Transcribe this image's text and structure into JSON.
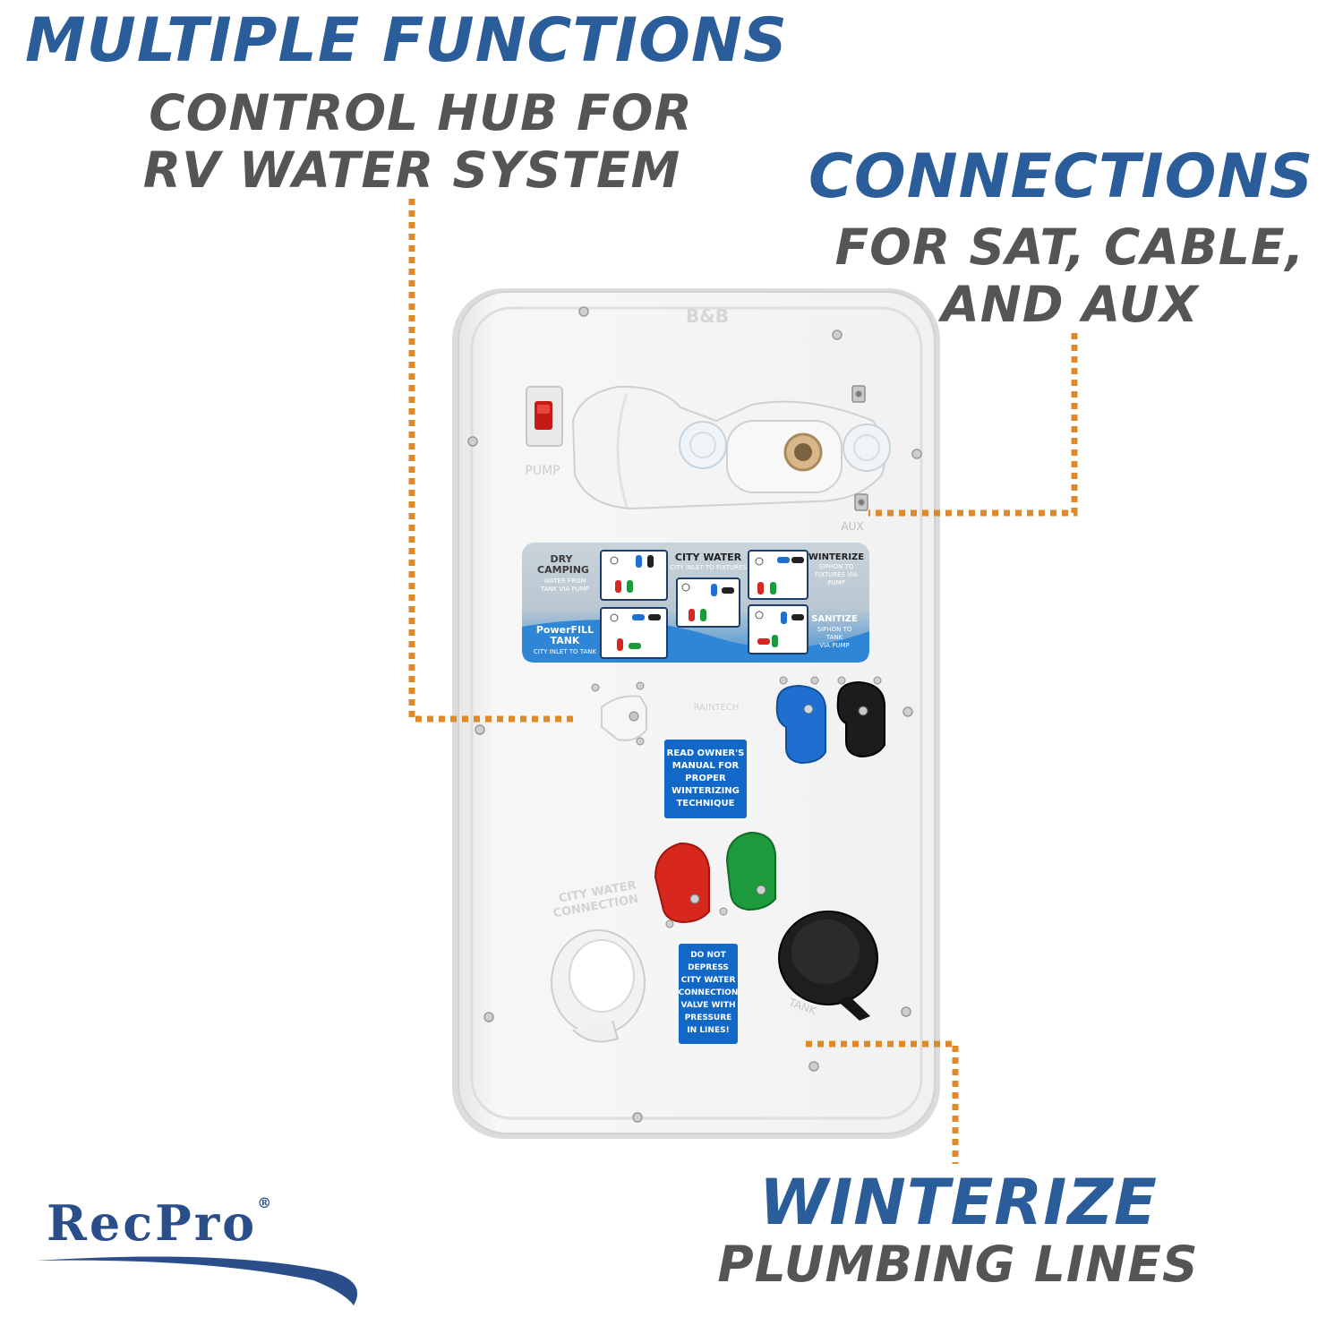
{
  "callouts": {
    "multiple": {
      "title": "MULTIPLE FUNCTIONS",
      "line1": "CONTROL HUB FOR",
      "line2": "RV WATER SYSTEM"
    },
    "connections": {
      "title": "CONNECTIONS",
      "line1": "FOR SAT, CABLE,",
      "line2": "AND AUX"
    },
    "winterize": {
      "title": "WINTERIZE",
      "line1": "PLUMBING LINES"
    }
  },
  "logo": {
    "text": "RecPro",
    "reg": "®"
  },
  "panel": {
    "brand": "B&B",
    "pump_label": "PUMP",
    "aux_label": "AUX",
    "guide": {
      "dry_camping": {
        "title_1": "DRY",
        "title_2": "CAMPING",
        "sub_1": "WATER FROM",
        "sub_2": "TANK VIA PUMP"
      },
      "city_water": {
        "title": "CITY WATER",
        "sub": "CITY INLET TO FIXTURES"
      },
      "winterize": {
        "title": "WINTERIZE",
        "sub_1": "SIPHON TO",
        "sub_2": "FIXTURES VIA",
        "sub_3": "PUMP"
      },
      "powerfill": {
        "title_1": "PowerFILL",
        "title_2": "TANK",
        "sub": "CITY INLET TO TANK"
      },
      "sanitize": {
        "title": "SANITIZE",
        "sub_1": "SIPHON TO",
        "sub_2": "TANK",
        "sub_3": "VIA PUMP"
      }
    },
    "manual_label": {
      "l1": "READ OWNER'S",
      "l2": "MANUAL FOR",
      "l3": "PROPER",
      "l4": "WINTERIZING",
      "l5": "TECHNIQUE"
    },
    "city_connection": {
      "l1": "CITY WATER",
      "l2": "CONNECTION"
    },
    "warning_label": {
      "l1": "DO NOT",
      "l2": "DEPRESS",
      "l3": "CITY WATER",
      "l4": "CONNECTION",
      "l5": "VALVE WITH",
      "l6": "PRESSURE",
      "l7": "IN LINES!"
    },
    "tank_label": "TANK",
    "logo_small": "RAINTECH"
  },
  "colors": {
    "headline": "#2b5d9a",
    "subline": "#555555",
    "dots": "#e0892a",
    "blue_valve": "#1f6fd0",
    "black_valve": "#1c1c1c",
    "red_valve": "#d8281e",
    "green_valve": "#1c9a3c"
  }
}
